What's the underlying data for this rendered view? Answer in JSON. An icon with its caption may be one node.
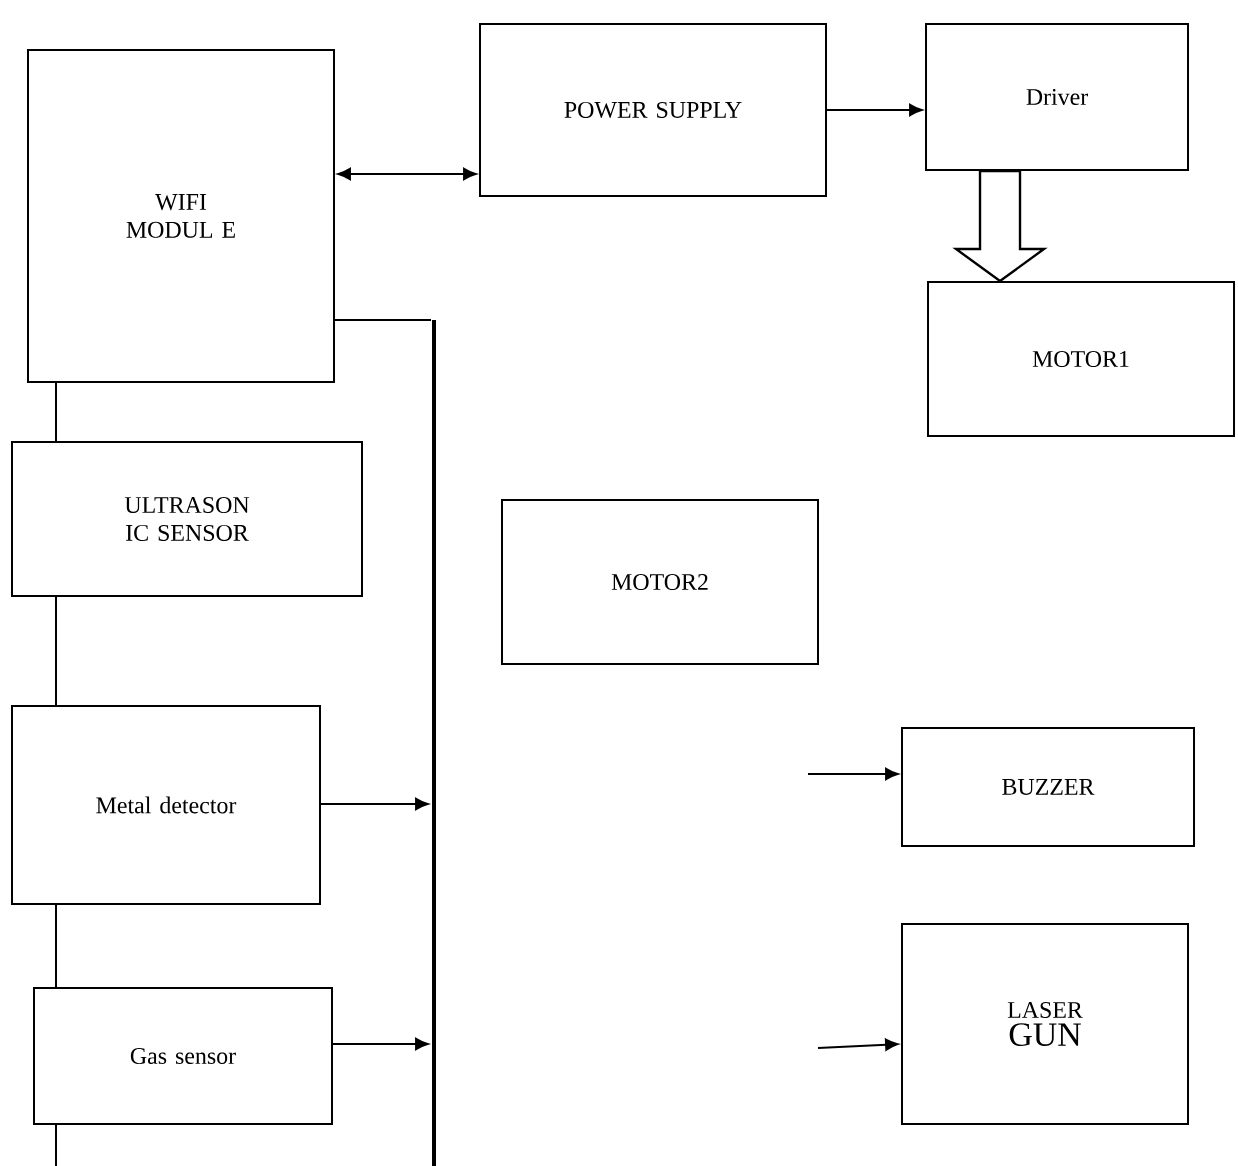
{
  "diagram": {
    "nodes": [
      {
        "text": [
          "WIFI MODUL E"
        ]
      },
      {
        "text": [
          "POWER SUPPLY"
        ]
      },
      {
        "text": [
          "Driver"
        ]
      },
      {
        "text": [
          "MOTOR1"
        ]
      },
      {
        "text": [
          "ULTRASON IC SENSOR"
        ]
      },
      {
        "text": [
          "MOTOR2"
        ]
      },
      {
        "text": [
          "Metal detector"
        ]
      },
      {
        "text": [
          "BUZZER"
        ]
      },
      {
        "text": [
          "Gas sensor"
        ]
      },
      {
        "text": [
          "LASER",
          "GUN"
        ]
      },
      {
        "text": [],
        "shape": "bar"
      }
    ],
    "edges": [
      {
        "from": 0,
        "to": 1,
        "arrow": "both"
      },
      {
        "from": 1,
        "to": 2,
        "arrow": "to"
      },
      {
        "from": 2,
        "to": 3,
        "arrow": "to",
        "style": "thick"
      },
      {
        "from": 0,
        "to": 4,
        "arrow": "none"
      },
      {
        "from": 4,
        "to": 6,
        "arrow": "none"
      },
      {
        "from": 6,
        "to": 8,
        "arrow": "none"
      },
      {
        "from": 8,
        "to": null,
        "arrow": "none"
      },
      {
        "from": 0,
        "to": 10,
        "arrow": "none"
      },
      {
        "from": 6,
        "to": 10,
        "arrow": "to"
      },
      {
        "from": 8,
        "to": 10,
        "arrow": "to"
      },
      {
        "from": null,
        "to": 7,
        "arrow": "to"
      },
      {
        "from": null,
        "to": 9,
        "arrow": "to"
      }
    ]
  }
}
